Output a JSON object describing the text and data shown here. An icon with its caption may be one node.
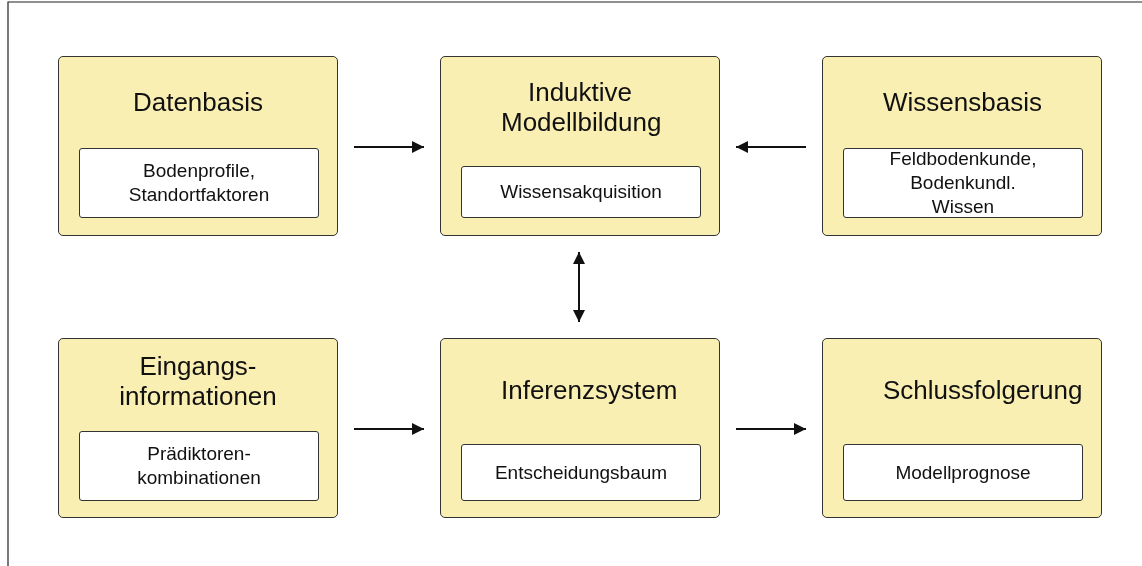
{
  "diagram": {
    "nodes": [
      {
        "text": [
          "Datenbasis"
        ]
      },
      {
        "text": [
          "Bodenprofile, Standortfaktoren"
        ],
        "in": 0
      },
      {
        "text": [
          "Induktive Modellbildung"
        ]
      },
      {
        "text": [
          "Wissensakquisition"
        ],
        "in": 2
      },
      {
        "text": [
          "Wissensbasis"
        ]
      },
      {
        "text": [
          "Feldbodenkunde, Bodenkundl. Wissen"
        ],
        "in": 4
      },
      {
        "text": [
          "Eingangs- informationen"
        ]
      },
      {
        "text": [
          "Prädiktoren- kombinationen"
        ],
        "in": 6
      },
      {
        "text": [
          "Inferenzsystem"
        ]
      },
      {
        "text": [
          "Entscheidungsbaum"
        ],
        "in": 8
      },
      {
        "text": [
          "Schlussfolgerung"
        ]
      },
      {
        "text": [
          "Modellprognose"
        ],
        "in": 10
      }
    ],
    "edges": [
      {
        "from": 0,
        "to": 2,
        "arrow": "to"
      },
      {
        "from": 4,
        "to": 2,
        "arrow": "to"
      },
      {
        "from": 2,
        "to": 8,
        "arrow": "both"
      },
      {
        "from": 6,
        "to": 8,
        "arrow": "to"
      },
      {
        "from": 8,
        "to": 10,
        "arrow": "to"
      }
    ]
  }
}
